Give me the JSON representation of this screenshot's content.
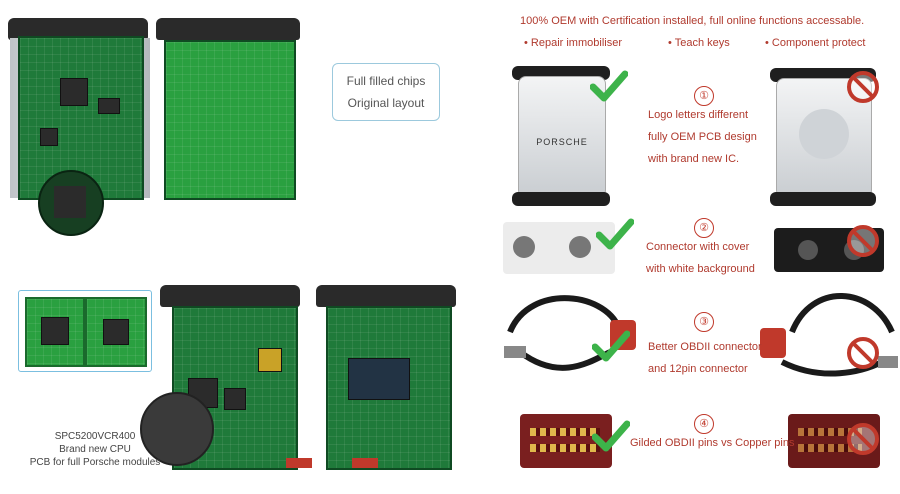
{
  "left": {
    "callout": {
      "line1": "Full filled chips",
      "line2": "Original layout"
    },
    "caption": {
      "line1": "SPC5200VCR400",
      "line2": "Brand new CPU",
      "line3": "PCB for full Porsche modules"
    }
  },
  "right": {
    "headline": "100% OEM with Certification installed, full online functions accessable.",
    "features": [
      "• Repair immobiliser",
      "• Teach keys",
      "• Component protect"
    ],
    "points": [
      {
        "num": "①",
        "lines": [
          "Logo letters different",
          "fully OEM PCB design",
          "with brand new IC."
        ]
      },
      {
        "num": "②",
        "lines": [
          "Connector with cover",
          "with white background"
        ]
      },
      {
        "num": "③",
        "lines": [
          "Better OBDII connector",
          "and 12pin connector"
        ]
      },
      {
        "num": "④",
        "lines": [
          "Gilded OBDII pins vs Copper pins"
        ]
      }
    ],
    "device_logo": "PORSCHE"
  },
  "colors": {
    "accent_red": "#c0392b",
    "check_green": "#3db34a",
    "pcb_green": "#1f7a3a"
  }
}
